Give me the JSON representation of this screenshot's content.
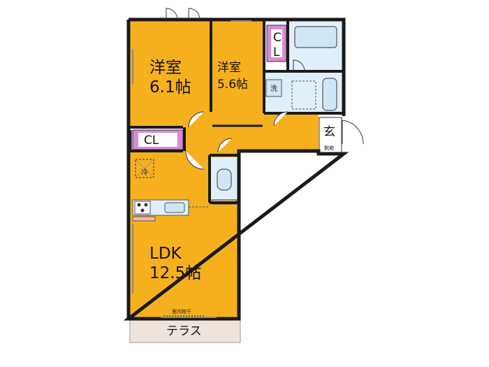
{
  "rooms": {
    "western1": {
      "name": "洋室",
      "size": "6.1帖"
    },
    "western2": {
      "name": "洋室",
      "size": "5.6帖"
    },
    "ldk": {
      "name": "LDK",
      "size": "12.5帖"
    }
  },
  "closets": {
    "upper": {
      "c": "C",
      "l": "L"
    },
    "left": {
      "label": "CL"
    }
  },
  "fixtures": {
    "washer": "洗",
    "fridge": "冷",
    "entrance": "玄",
    "shoe_box": "靴箱",
    "indoor_drying": "室内物干"
  },
  "terrace": "テラス",
  "colors": {
    "room": "#f6b01e",
    "closet": "#d98ad6",
    "wet_area": "#dff0fa",
    "wall": "#1a1a1a",
    "terrace": "#efe4dc"
  }
}
